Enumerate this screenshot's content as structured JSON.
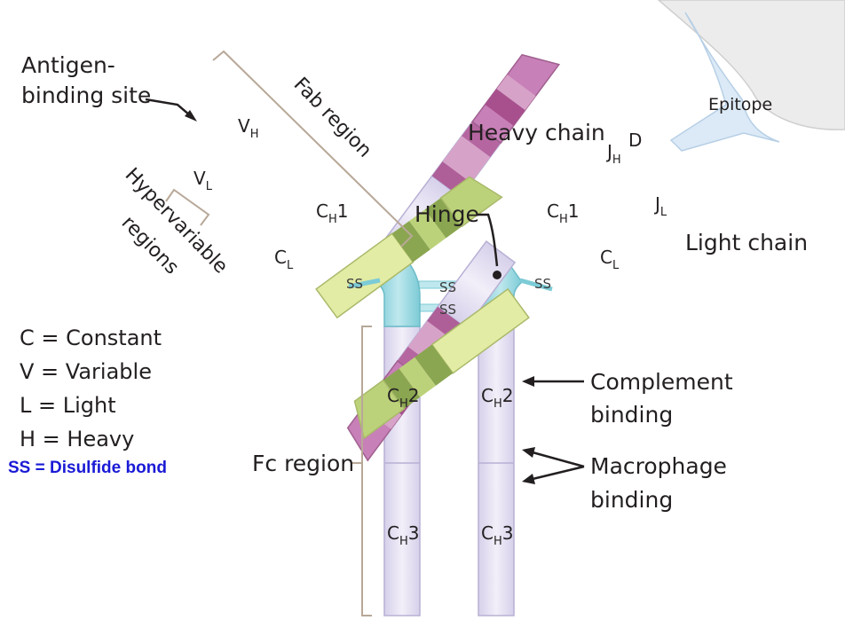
{
  "labels": {
    "antigen_binding_line1": "Antigen-",
    "antigen_binding_line2": "binding site",
    "fab_region": "Fab region",
    "hypervariable_line1": "Hypervariable",
    "hypervariable_line2": "regions",
    "heavy_chain": "Heavy chain",
    "light_chain": "Light chain",
    "hinge": "Hinge",
    "epitope": "Epitope",
    "fc_region": "Fc region",
    "complement_line1": "Complement",
    "complement_line2": "binding",
    "macrophage_line1": "Macrophage",
    "macrophage_line2": "binding",
    "ss": "SS"
  },
  "segments": {
    "vh": {
      "main": "V",
      "sub": "H"
    },
    "vl": {
      "main": "V",
      "sub": "L"
    },
    "cl": {
      "main": "C",
      "sub": "L"
    },
    "ch1": {
      "main": "C",
      "sub": "H",
      "num": "1"
    },
    "ch2": {
      "main": "C",
      "sub": "H",
      "num": "2"
    },
    "ch3": {
      "main": "C",
      "sub": "H",
      "num": "3"
    },
    "jh": {
      "main": "J",
      "sub": "H"
    },
    "d": "D",
    "jl": {
      "main": "J",
      "sub": "L"
    }
  },
  "legend": [
    "C = Constant",
    "V = Variable",
    "L  = Light",
    "H = Heavy"
  ],
  "legend_ss": "SS = Disulfide bond",
  "colors": {
    "heavy_constant": "#e2ddf0",
    "hinge": "#8fd3dc",
    "variable_heavy": "#c880b8",
    "variable_heavy_band": "#a8508e",
    "light_constant": "#e3eca4",
    "light_variable": "#bcd27a",
    "light_variable_band": "#8aa650",
    "bracket": "#b8a898",
    "antigen": "#ececec",
    "epitope": "#dbeaf6",
    "legend_ss_text": "#1a1ad6"
  }
}
